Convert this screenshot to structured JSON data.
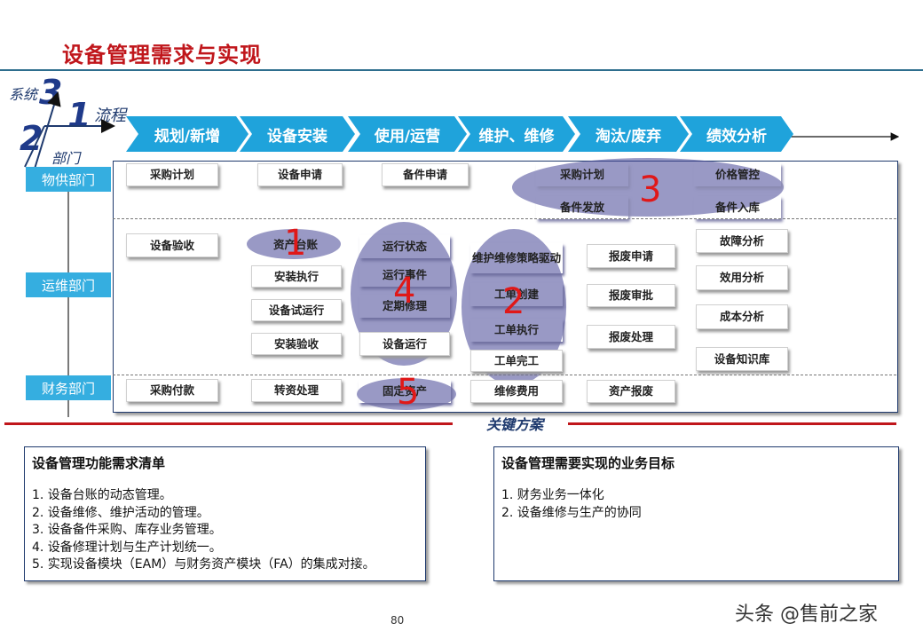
{
  "title": "设备管理需求与实现",
  "axes": {
    "system": "系统",
    "flow": "流程",
    "dept": "部门",
    "n_system": "3",
    "n_flow": "1",
    "n_dept": "2"
  },
  "phases": [
    "规划/新增",
    "设备安装",
    "使用/运营",
    "维护、维修",
    "淘汰/废弃",
    "绩效分析"
  ],
  "departments": [
    "物供部门",
    "运维部门",
    "财务部门"
  ],
  "nodes": {
    "caigou_jihua": "采购计划",
    "shebei_shenqing": "设备申请",
    "beijian_shenqing": "备件申请",
    "caigou_jihua2": "采购计划",
    "jiage_guankong": "价格管控",
    "beijian_fafang": "备件发放",
    "beijian_ruku": "备件入库",
    "shebei_yanshou": "设备验收",
    "zichan_taizhang": "资产台账",
    "anzhuang_zhixing": "安装执行",
    "shebei_shiyunxing": "设备试运行",
    "anzhuang_yanshou": "安装验收",
    "yunxing_zhuangtai": "运行状态",
    "yunxing_shijian": "运行事件",
    "dingqi_xiuli": "定期修理",
    "shebei_yunxing": "设备运行",
    "weihu_celue": "维护维修策略驱动",
    "gongdan_chuangjian": "工单创建",
    "gongdan_zhixing": "工单执行",
    "gongdan_wangong": "工单完工",
    "baofei_shenqing": "报废申请",
    "baofei_shenpi": "报废审批",
    "baofei_chuli": "报废处理",
    "guzhang_fenxi": "故障分析",
    "xiaoyong_fenxi": "效用分析",
    "chengben_fenxi": "成本分析",
    "zhishiku": "设备知识库",
    "caigou_fukuan": "采购付款",
    "zhuanzi_chuli": "转资处理",
    "guding_zichan": "固定资产",
    "weixiu_feiyong": "维修费用",
    "zichan_baofei": "资产报废"
  },
  "highlights": [
    "1",
    "2",
    "3",
    "4",
    "5"
  ],
  "key_solution": "关键方案",
  "panel_left": {
    "title": "设备管理功能需求清单",
    "items": [
      "1.   设备台账的动态管理。",
      "2.   设备维修、维护活动的管理。",
      "3.  设备备件采购、库存业务管理。",
      "4.  设备修理计划与生产计划统一。",
      "5.  实现设备模块（EAM）与财务资产模块（FA）的集成对接。"
    ]
  },
  "panel_right": {
    "title": "设备管理需要实现的业务目标",
    "items": [
      "1.   财务业务一体化",
      "2.   设备维修与生产的协同"
    ]
  },
  "page_number": "80",
  "watermark": "头条 @售前之家",
  "colors": {
    "title_red": "#c0161b",
    "phase_blue": "#1fa3db",
    "dept_blue": "#35aee0",
    "ellipse": "#46468a",
    "highlight_red": "#e01818"
  }
}
